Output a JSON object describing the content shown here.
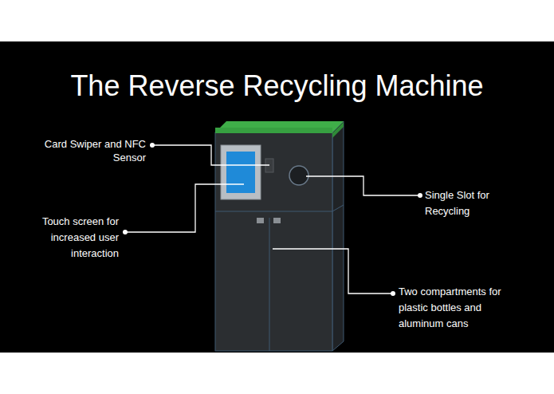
{
  "diagram": {
    "title": "The Reverse Recycling Machine",
    "labels": [
      "Card Swiper and NFC Sensor",
      "Touch screen for increased user interaction",
      "Single Slot for Recycling",
      "Two compartments for plastic bottles and aluminum cans"
    ]
  }
}
